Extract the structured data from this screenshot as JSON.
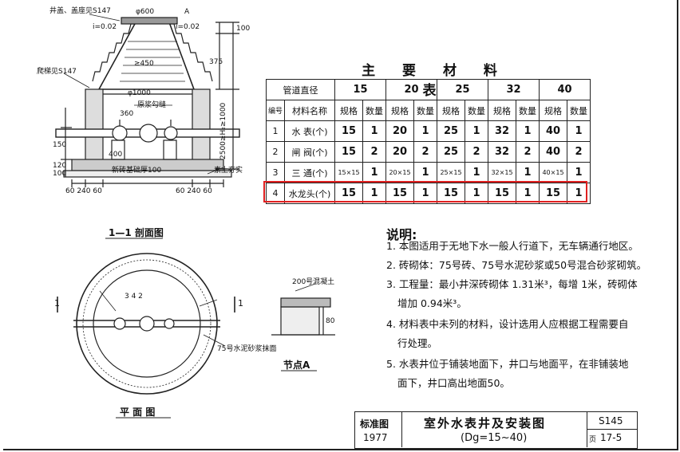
{
  "top_drawing": {
    "labels": {
      "cover": "井盖、盖座见S147",
      "dia600": "φ600",
      "mark_a": "A",
      "slope_left": "i=0.02",
      "slope_right": "i=0.02",
      "ladder": "爬梯见S147",
      "dia1000": "φ1000",
      "plaster": "原浆勾缝",
      "h450": "≥450",
      "d100": "100",
      "d375": "375",
      "d2500": "2500≥H₂≥1000",
      "d360": "360",
      "d150": "150",
      "d400": "400",
      "d120": "120",
      "d100b": "100",
      "base_note": "新砖基础厚100",
      "soil_note": "素土夯实",
      "dims_bottom_left": "60 240 60",
      "dims_bottom_right": "60 240 60"
    }
  },
  "section_title": "1—1 剖面图",
  "plan_title": "平 面 图",
  "plan_labels": {
    "n1": "1",
    "n2": "1",
    "nums": "3 4 2",
    "cement_note": "75号水泥砂浆抹面",
    "node_cover": "200号混凝土",
    "node_title": "节点A",
    "d80": "80"
  },
  "material_table": {
    "title": "主 要 材 料 表",
    "header_pipe": "管道直径",
    "header_no": "编号",
    "header_name": "材料名称",
    "diameters": [
      "15",
      "20",
      "25",
      "32",
      "40"
    ],
    "sub_spec": "规格",
    "sub_qty": "数量",
    "rows": [
      {
        "no": "1",
        "name": "水 表(个)",
        "cells": [
          "15",
          "1",
          "20",
          "1",
          "25",
          "1",
          "32",
          "1",
          "40",
          "1"
        ]
      },
      {
        "no": "2",
        "name": "闸 阀(个)",
        "cells": [
          "15",
          "2",
          "20",
          "2",
          "25",
          "2",
          "32",
          "2",
          "40",
          "2"
        ]
      },
      {
        "no": "3",
        "name": "三 通(个)",
        "cells": [
          "15×15",
          "1",
          "20×15",
          "1",
          "25×15",
          "1",
          "32×15",
          "1",
          "40×15",
          "1"
        ]
      },
      {
        "no": "4",
        "name": "水龙头(个)",
        "cells": [
          "15",
          "1",
          "15",
          "1",
          "15",
          "1",
          "15",
          "1",
          "15",
          "1"
        ]
      }
    ],
    "highlight_color": "#e02020"
  },
  "notes": {
    "title": "说明:",
    "items": [
      "1. 本图适用于无地下水一般人行道下，无车辆通行地区。",
      "2. 砖砌体：75号砖、75号水泥砂浆或50号混合砂浆砌筑。",
      "3. 工程量：最小井深砖砌体 1.31米³，每增 1米，砖砌体",
      "增加 0.94米³。",
      "4. 材料表中未列的材料，设计选用人应根据工程需要自",
      "行处理。",
      "5. 水表井位于铺装地面下，井口与地面平，在非铺装地",
      "面下，井口高出地面50。"
    ]
  },
  "title_block": {
    "std_label": "标准图",
    "year": "1977",
    "title": "室外水表井及安装图",
    "subtitle": "(Dg=15~40)",
    "code": "S145",
    "page_label": "页",
    "page": "17-5"
  }
}
